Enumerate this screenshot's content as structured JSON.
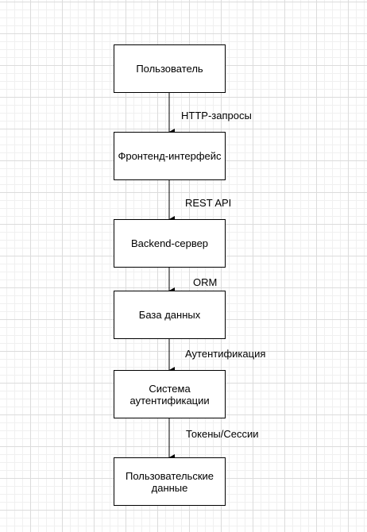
{
  "diagram": {
    "nodes": [
      {
        "id": "user",
        "label": "Пользователь"
      },
      {
        "id": "frontend",
        "label": "Фронтенд-интерфейс"
      },
      {
        "id": "backend",
        "label": "Backend-сервер"
      },
      {
        "id": "database",
        "label": "База данных"
      },
      {
        "id": "auth",
        "label": "Система аутентификации"
      },
      {
        "id": "userdata",
        "label": "Пользовательские данные"
      }
    ],
    "edges": [
      {
        "from": "user",
        "to": "frontend",
        "label": "HTTP-запросы"
      },
      {
        "from": "frontend",
        "to": "backend",
        "label": "REST API"
      },
      {
        "from": "backend",
        "to": "database",
        "label": "ORM"
      },
      {
        "from": "database",
        "to": "auth",
        "label": "Аутентификация"
      },
      {
        "from": "auth",
        "to": "userdata",
        "label": "Токены/Сессии"
      }
    ],
    "colors": {
      "stroke": "#000000",
      "fill": "#ffffff",
      "grid": "#dcdcdc"
    }
  }
}
